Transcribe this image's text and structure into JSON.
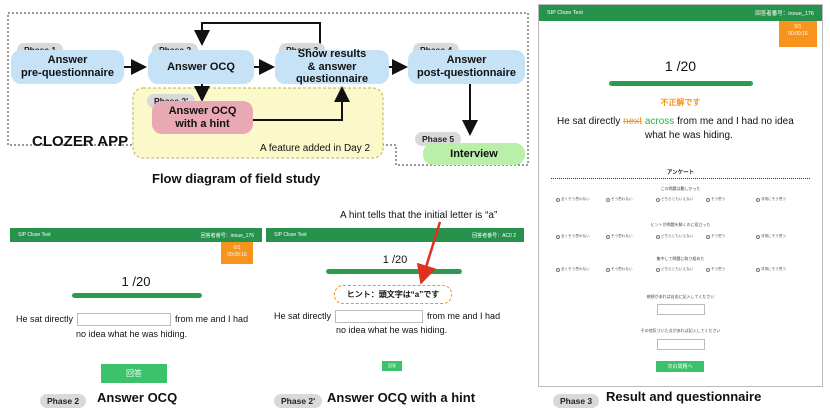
{
  "flow": {
    "app_label": "CLOZER APP",
    "caption": "Flow diagram of field study",
    "feature_note": "A feature added in Day 2",
    "nodes": [
      {
        "phase": "Phase 1",
        "label": "Answer\npre-questionnaire",
        "color": "#c6e2f6"
      },
      {
        "phase": "Phase 2",
        "label": "Answer OCQ",
        "color": "#c6e2f6"
      },
      {
        "phase": "Phase 3",
        "label": "Show results\n& answer questionnaire",
        "color": "#c6e2f6"
      },
      {
        "phase": "Phase 4",
        "label": "Answer\npost-questionnaire",
        "color": "#c6e2f6"
      },
      {
        "phase": "Phase 2'",
        "label": "Answer OCQ\nwith a hint",
        "color": "#e8a9b4"
      },
      {
        "phase": "Phase 5",
        "label": "Interview",
        "color": "#b9efa8"
      }
    ]
  },
  "common": {
    "app_title": "SIP Cloze Test",
    "progress_text": "1 /20",
    "progress_fraction": 0.01,
    "accent_green": "#27924c",
    "accent_orange": "#f7941d"
  },
  "screen_phase2": {
    "user_label": "回答者番号：inoue_176",
    "timer": "0/1\n00:00:16",
    "sentence_before": "He sat directly",
    "sentence_after": "from me and I had",
    "sentence_line2": "no idea what he was hiding.",
    "submit_label": "回答",
    "tag": "Phase 2",
    "caption": "Answer OCQ"
  },
  "screen_phase2b": {
    "user_label": "回答者番号：AC0 2",
    "hint_callout": "A hint tells that the initial letter is “a”",
    "hint_text": "ヒント：頭文字は“a”です",
    "sentence_before": "He sat directly",
    "sentence_after": "from me and I had",
    "sentence_line2": "no idea what he was hiding.",
    "submit_label": "回答",
    "tag": "Phase 2'",
    "caption": "Answer OCQ with a hint"
  },
  "screen_phase3": {
    "user_label": "回答者番号：inoue_176",
    "timer": "0/1\n00:00:16",
    "result_label": "不正解です",
    "result_color": "#f7941d",
    "sentence_before": "He sat directly",
    "wrong_word": "next",
    "correct_word": "across",
    "sentence_after": "from me and I had no idea",
    "sentence_line2": "what he was hiding.",
    "questionnaire_title": "アンケート",
    "questions": [
      {
        "label": "この問題は難しかった",
        "options": [
          "全くそう思わない",
          "そう思わない",
          "どちらともいえない",
          "そう思う",
          "非常にそう思う"
        ]
      },
      {
        "label": "ヒントが問題を解くのに役立った",
        "options": [
          "全くそう思わない",
          "そう思わない",
          "どちらともいえない",
          "そう思う",
          "非常にそう思う"
        ]
      },
      {
        "label": "集中して問題に取り組めた",
        "options": [
          "全くそう思わない",
          "そう思わない",
          "どちらともいえない",
          "そう思う",
          "非常にそう思う"
        ]
      }
    ],
    "free_text_1": "感想があれば自由に記入してください",
    "free_text_2": "その他気づいた点があれば記入してください",
    "next_label": "次の問題へ",
    "tag": "Phase 3",
    "caption": "Result and questionnaire"
  }
}
